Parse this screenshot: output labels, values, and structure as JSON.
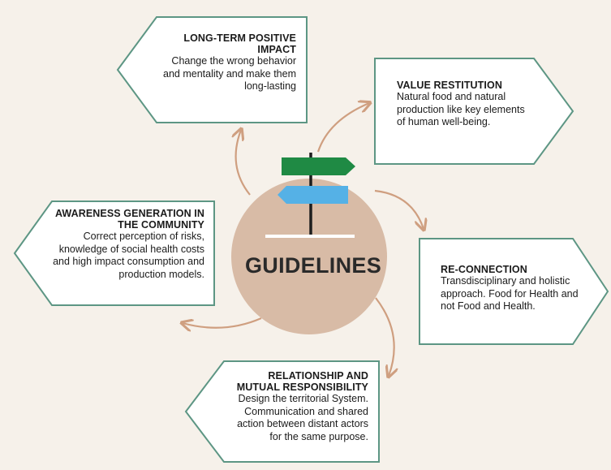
{
  "center": {
    "label": "GUIDELINES"
  },
  "cards": {
    "long_term": {
      "title": "LONG-TERM POSITIVE IMPACT",
      "body": "Change the wrong behavior and mentality and make them long-lasting"
    },
    "value_restitution": {
      "title": "VALUE RESTITUTION",
      "body": "Natural food and natural production like key elements of human well-being."
    },
    "re_connection": {
      "title": "RE-CONNECTION",
      "body": "Transdisciplinary and holistic approach. Food for Health and not Food and Health."
    },
    "relationship": {
      "title": "RELATIONSHIP AND MUTUAL RESPONSIBILITY",
      "body": "Design the territorial System. Communication and shared action between distant actors for the same purpose."
    },
    "awareness": {
      "title": "AWARENESS GENERATION IN THE COMMUNITY",
      "body": "Correct perception of risks, knowledge of social health costs and high impact consumption and production models."
    }
  },
  "colors": {
    "background": "#f6f1ea",
    "circle": "#d8bba6",
    "card_border": "#5d9684",
    "arrow": "#cf9f80",
    "sign_green": "#1f8a44",
    "sign_blue": "#55b1e6",
    "post": "#1e1e1e"
  }
}
